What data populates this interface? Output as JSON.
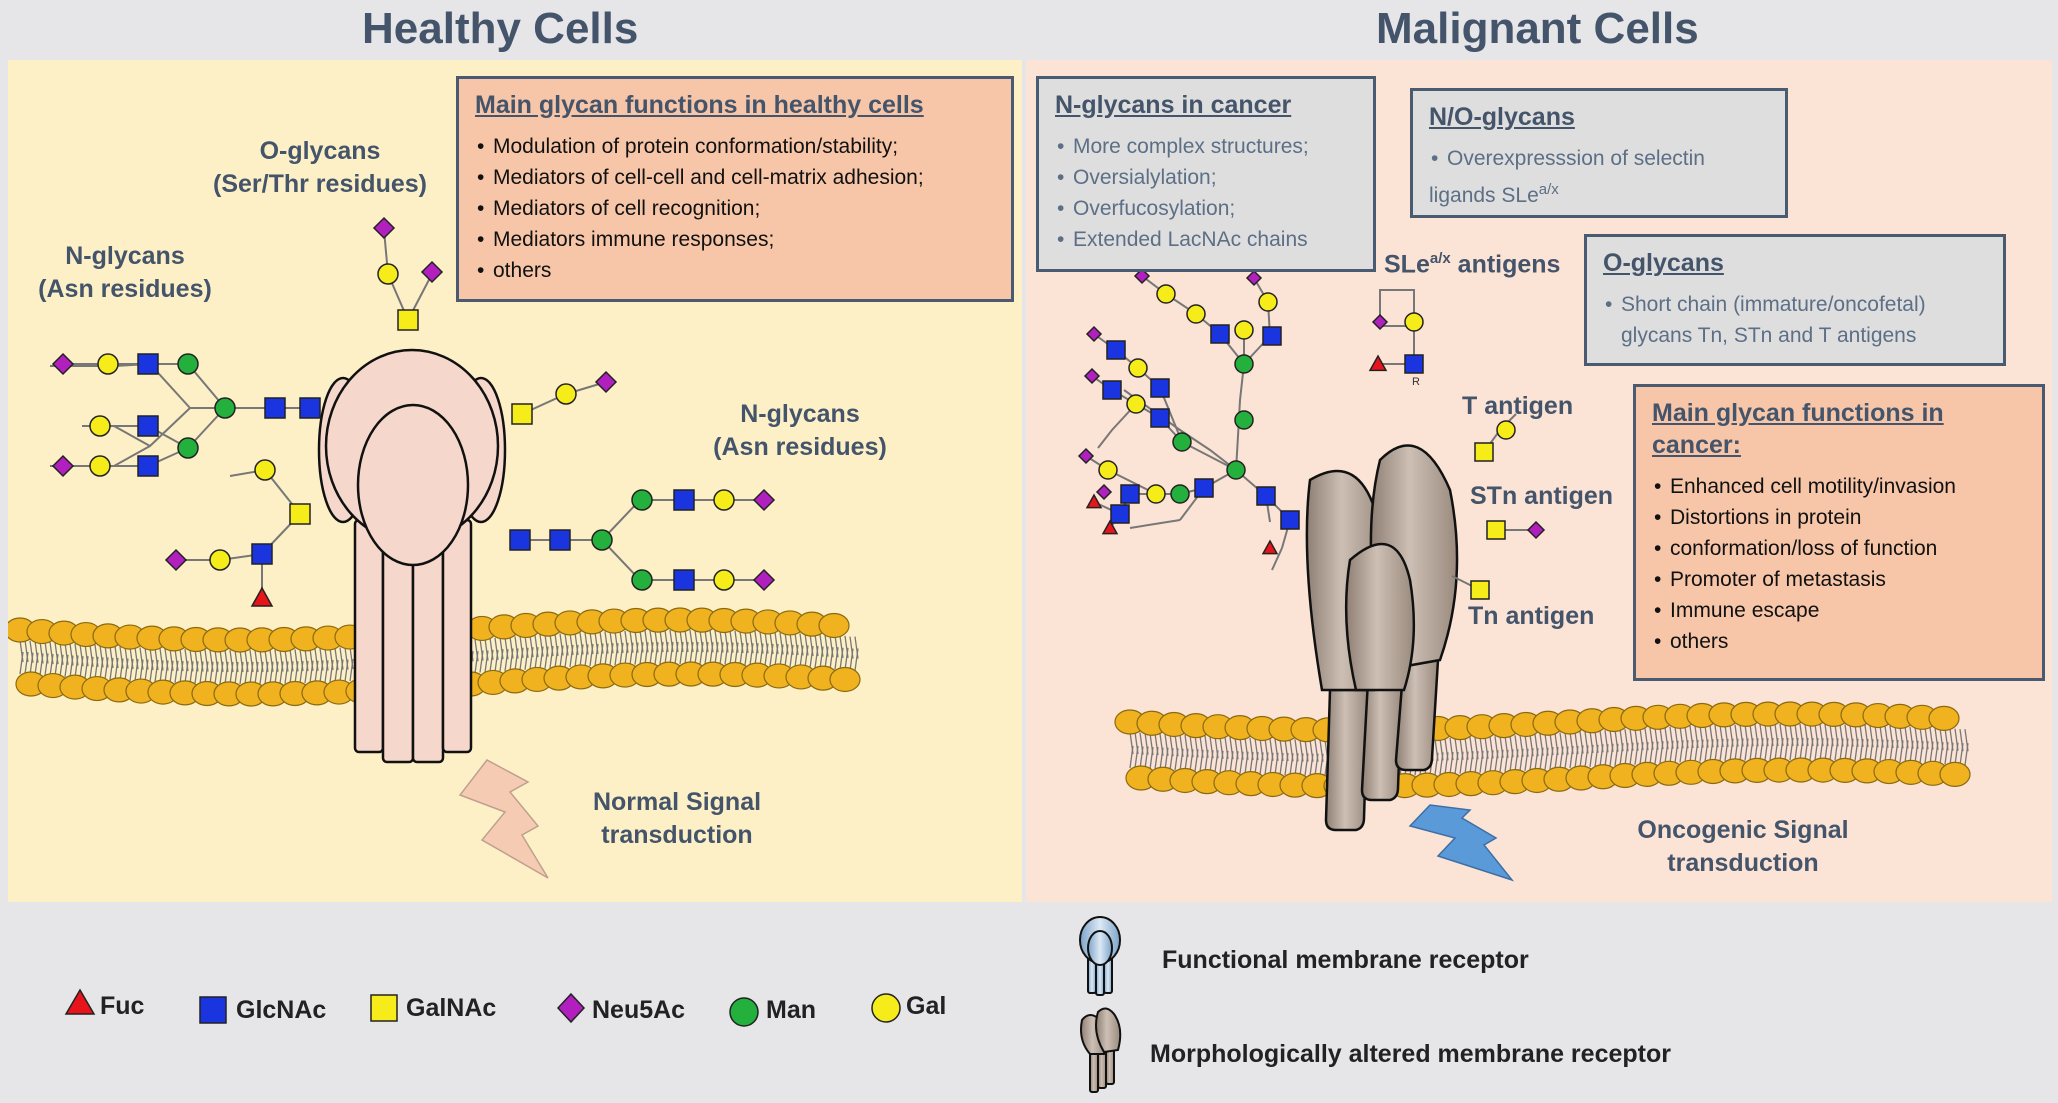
{
  "healthy": {
    "title": "Healthy Cells",
    "o_glycans_label": [
      "O-glycans",
      "(Ser/Thr residues)"
    ],
    "n_glycans_left_label": [
      "N-glycans",
      "(Asn residues)"
    ],
    "n_glycans_right_label": [
      "N-glycans",
      "(Asn residues)"
    ],
    "signal_label": [
      "Normal Signal",
      "transduction"
    ],
    "functions_box": {
      "heading": "Main glycan functions in healthy cells",
      "items": [
        "Modulation of protein conformation/stability;",
        "Mediators of cell-cell and cell-matrix adhesion;",
        "Mediators of cell recognition;",
        "Mediators immune responses;",
        "others"
      ]
    }
  },
  "malignant": {
    "title": "Malignant Cells",
    "n_glycans_box": {
      "heading": "N-glycans in cancer",
      "items": [
        "More complex structures;",
        "Oversialylation;",
        "Overfucosylation;",
        "Extended LacNAc chains"
      ]
    },
    "no_glycans_box": {
      "heading": "N/O-glycans",
      "line1": "Overexpresssion of selectin",
      "line2_prefix": "ligands SLe",
      "line2_sup": "a/x"
    },
    "o_glycans_box": {
      "heading": "O-glycans",
      "line1": "Short chain (immature/oncofetal)",
      "line2": "glycans Tn, STn and T antigens"
    },
    "functions_box": {
      "heading_line1": "Main glycan functions in",
      "heading_line2": "cancer:",
      "items": [
        "Enhanced cell motility/invasion",
        "Distortions in protein",
        "conformation/loss of function",
        " Promoter of metastasis",
        "Immune escape",
        "others"
      ]
    },
    "sle_label_prefix": "SLe",
    "sle_label_sup": "a/x",
    "sle_label_suffix": " antigens",
    "t_antigen": "T antigen",
    "stn_antigen": "STn antigen",
    "tn_antigen": "Tn antigen",
    "linker_r": "R",
    "signal_label": [
      "Oncogenic Signal",
      "transduction"
    ]
  },
  "legend": {
    "fuc": "Fuc",
    "glcnac": "GlcNAc",
    "galnac": "GalNAc",
    "neu5ac": "Neu5Ac",
    "man": "Man",
    "gal": "Gal",
    "functional_receptor": "Functional membrane receptor",
    "altered_receptor": "Morphologically altered membrane receptor"
  },
  "colors": {
    "healthy_panel": "#fdf0c6",
    "malignant_panel": "#fbe3d5",
    "fuc": "#e8141b",
    "glcnac": "#1a35e0",
    "galnac": "#f5ec1a",
    "neu5ac": "#b21fbf",
    "man": "#23b03c",
    "gal": "#f5ec1a",
    "lipid_head": "#f0b21f",
    "healthy_receptor": "#f5d8cb",
    "malignant_receptor": "#b6a69a",
    "normal_bolt": "#f6cbb4",
    "oncogenic_bolt": "#5a9ad8",
    "text": "#44546a"
  }
}
